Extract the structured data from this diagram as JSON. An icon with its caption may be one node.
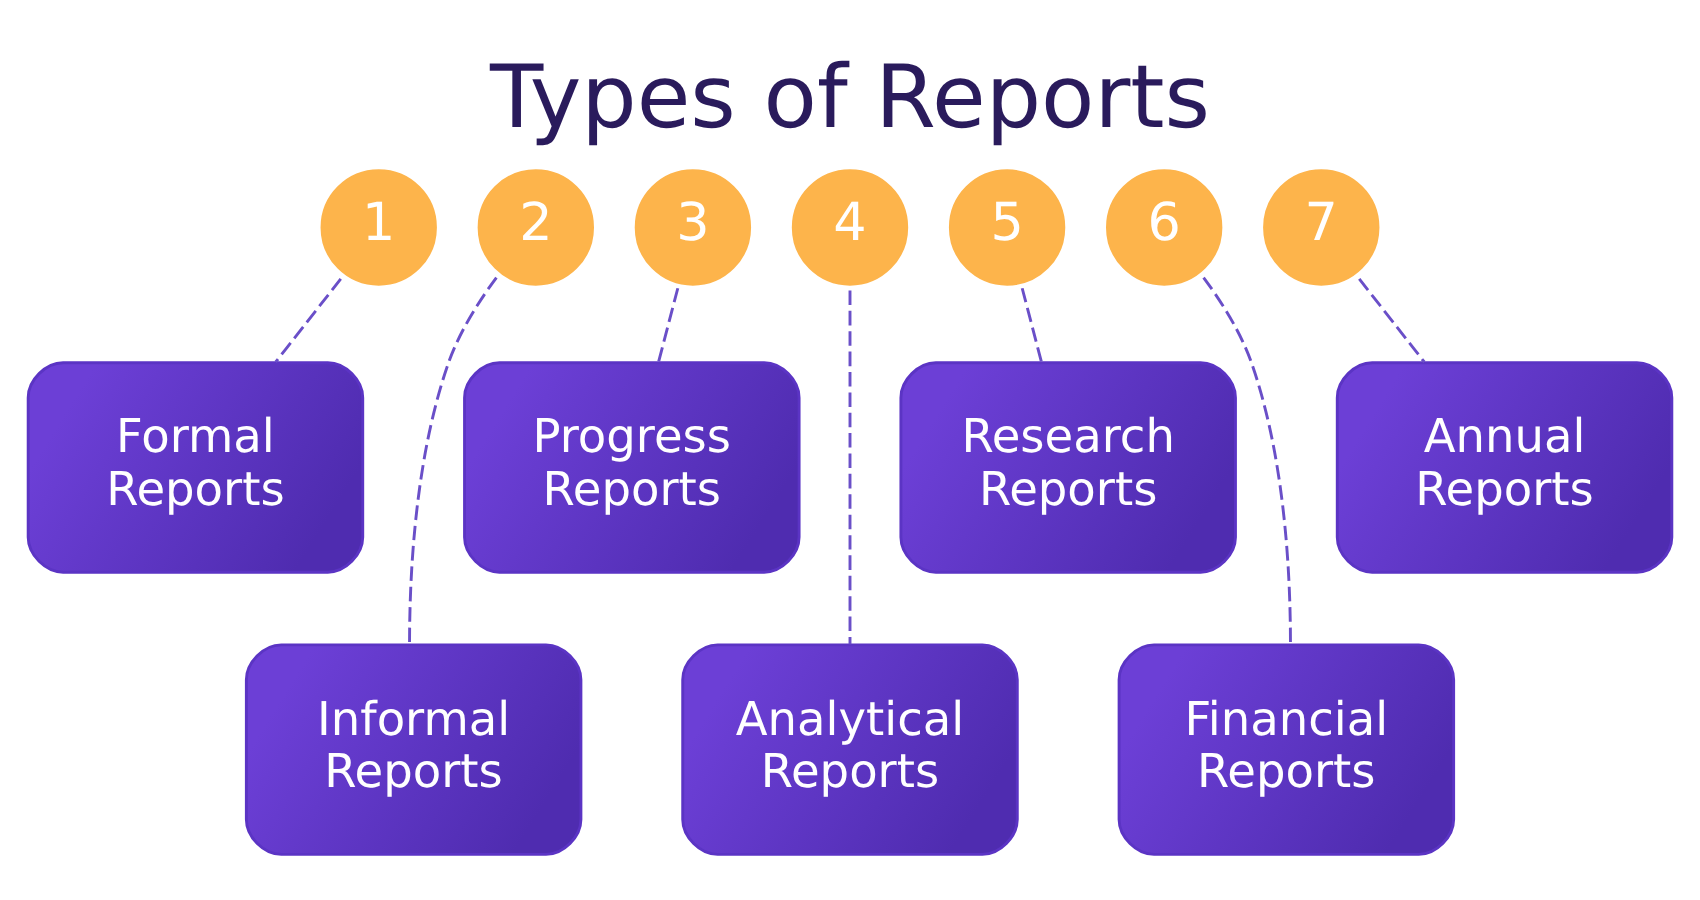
{
  "diagram": {
    "title": "Types of Reports",
    "nodes": [
      {
        "text": [
          "1"
        ]
      },
      {
        "text": [
          "2"
        ]
      },
      {
        "text": [
          "3"
        ]
      },
      {
        "text": [
          "4"
        ]
      },
      {
        "text": [
          "5"
        ]
      },
      {
        "text": [
          "6"
        ]
      },
      {
        "text": [
          "7"
        ]
      },
      {
        "text": [
          "Formal Reports"
        ]
      },
      {
        "text": [
          "Informal Reports"
        ]
      },
      {
        "text": [
          "Progress Reports"
        ]
      },
      {
        "text": [
          "Analytical Reports"
        ]
      },
      {
        "text": [
          "Research Reports"
        ]
      },
      {
        "text": [
          "Financial Reports"
        ]
      },
      {
        "text": [
          "Annual Reports"
        ]
      }
    ],
    "edges": [
      {
        "from": 0,
        "to": 7,
        "arrow": "none",
        "style": "dashed"
      },
      {
        "from": 1,
        "to": 8,
        "arrow": "none",
        "style": "dashed"
      },
      {
        "from": 2,
        "to": 9,
        "arrow": "none",
        "style": "dashed"
      },
      {
        "from": 3,
        "to": 10,
        "arrow": "none",
        "style": "dashed"
      },
      {
        "from": 4,
        "to": 11,
        "arrow": "none",
        "style": "dashed"
      },
      {
        "from": 5,
        "to": 12,
        "arrow": "none",
        "style": "dashed"
      },
      {
        "from": 6,
        "to": 13,
        "arrow": "none",
        "style": "dashed"
      }
    ]
  }
}
